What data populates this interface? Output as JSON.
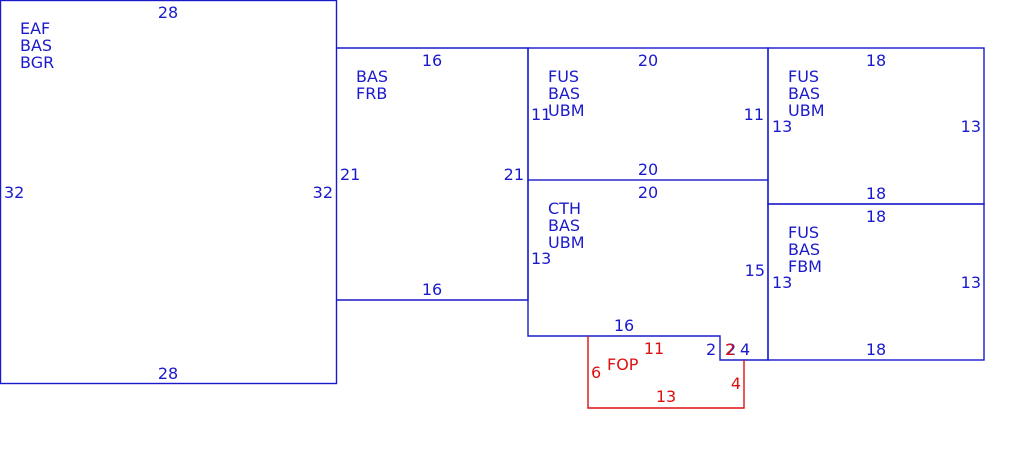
{
  "colors": {
    "main": "#1a1acc",
    "addition": "#dd1111"
  },
  "rooms": [
    {
      "id": "room-eaf",
      "codes": [
        "EAF",
        "BAS",
        "BGR"
      ],
      "dims": {
        "top": "28",
        "bottom": "28",
        "left": "32",
        "right": "32"
      }
    },
    {
      "id": "room-bas-frb",
      "codes": [
        "BAS",
        "FRB"
      ],
      "dims": {
        "top": "16",
        "bottom": "16",
        "left": "21",
        "right": "21"
      }
    },
    {
      "id": "room-fus-ubm-1",
      "codes": [
        "FUS",
        "BAS",
        "UBM"
      ],
      "dims": {
        "top": "20",
        "bottom": "20",
        "left": "11",
        "right": "11"
      }
    },
    {
      "id": "room-fus-ubm-2",
      "codes": [
        "FUS",
        "BAS",
        "UBM"
      ],
      "dims": {
        "top": "18",
        "bottom": "18",
        "left": "13",
        "right": "13"
      }
    },
    {
      "id": "room-cth",
      "codes": [
        "CTH",
        "BAS",
        "UBM"
      ],
      "dims": {
        "top": "20",
        "bottom": "16",
        "left": "13",
        "right": "15",
        "step_a": "2",
        "step_b": "2"
      }
    },
    {
      "id": "room-fus-fbm",
      "codes": [
        "FUS",
        "BAS",
        "FBM"
      ],
      "dims": {
        "top": "18",
        "bottom": "18",
        "left": "13",
        "right": "13",
        "side": "4"
      }
    }
  ],
  "addition": {
    "id": "room-fop",
    "code": "FOP",
    "dims": {
      "top": "11",
      "bottom": "13",
      "left": "6",
      "right": "4",
      "step": "2"
    }
  }
}
